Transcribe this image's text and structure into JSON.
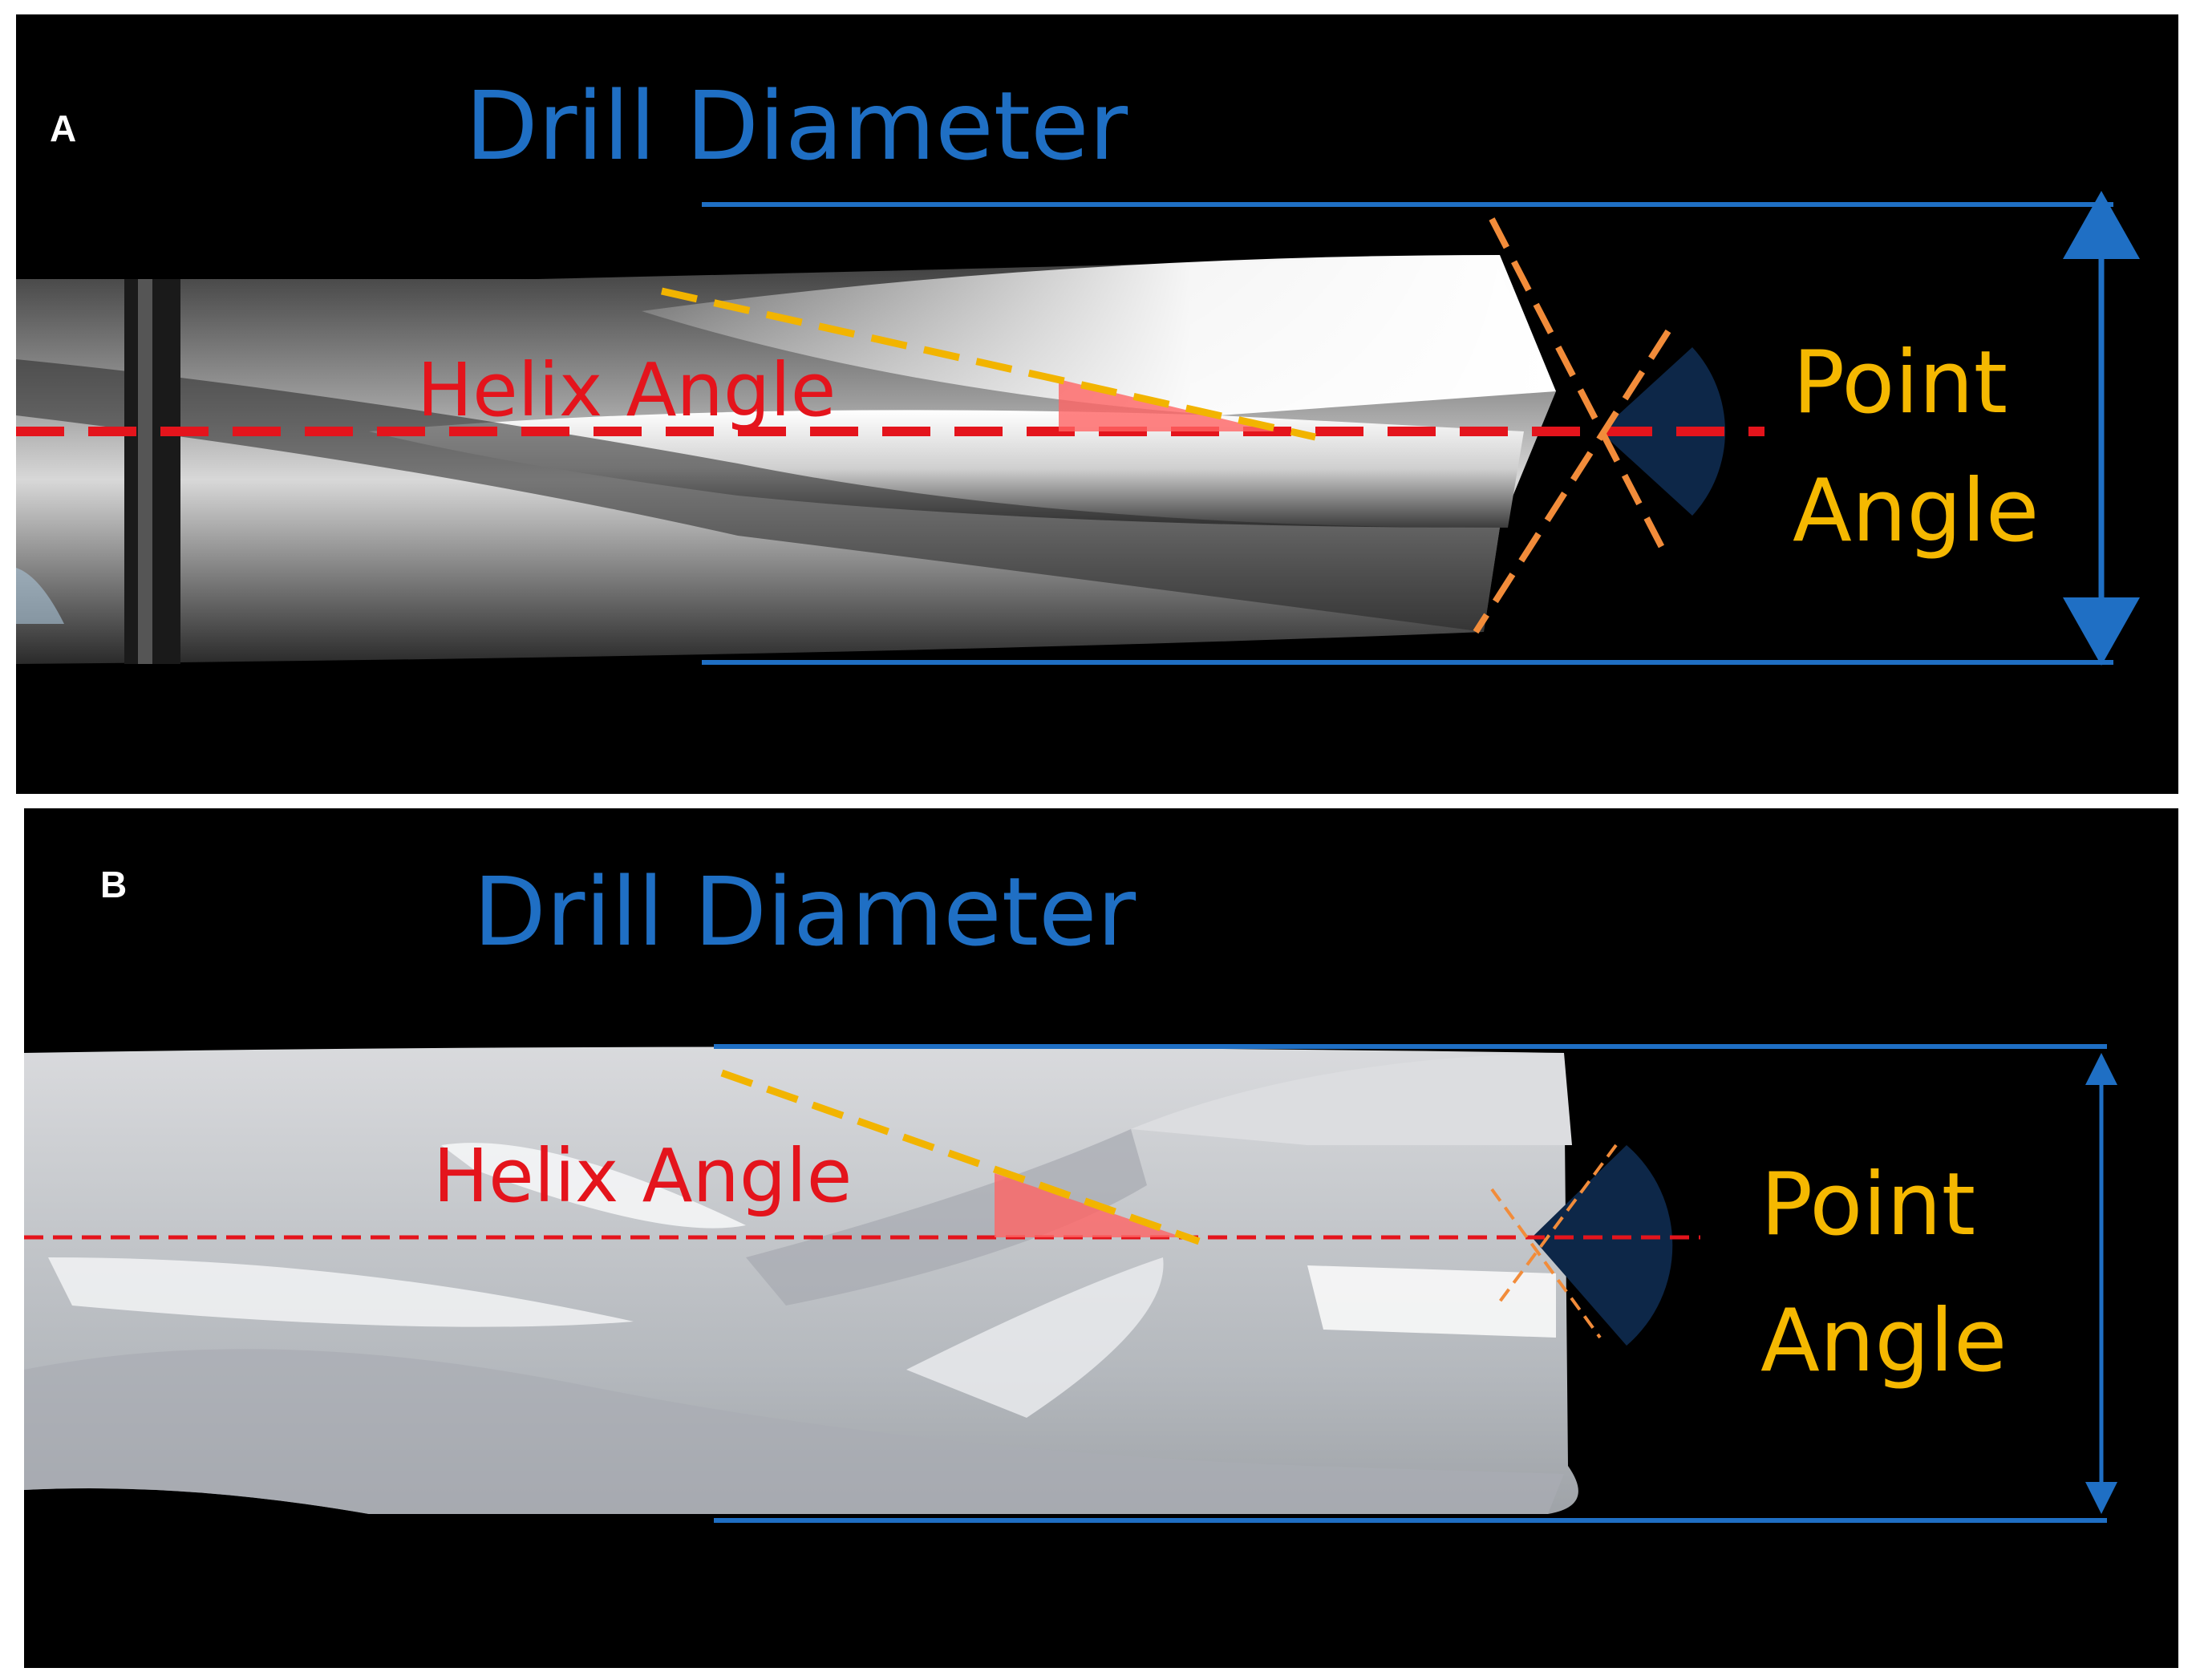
{
  "colors": {
    "background": "#000000",
    "drill_diameter": "#1f6fc4",
    "helix_angle": "#e4141c",
    "point_angle_text": "#f5b800",
    "helix_line": "#f2b400",
    "point_lines": "#f28c3a",
    "point_wedge": "#0d2748"
  },
  "panels": [
    {
      "letter": "A",
      "drill_diameter_label": "Drill Diameter",
      "helix_angle_label": "Helix Angle",
      "point_angle_line1": "Point",
      "point_angle_line2": "Angle"
    },
    {
      "letter": "B",
      "drill_diameter_label": "Drill Diameter",
      "helix_angle_label": "Helix Angle",
      "point_angle_line1": "Point",
      "point_angle_line2": "Angle"
    }
  ]
}
